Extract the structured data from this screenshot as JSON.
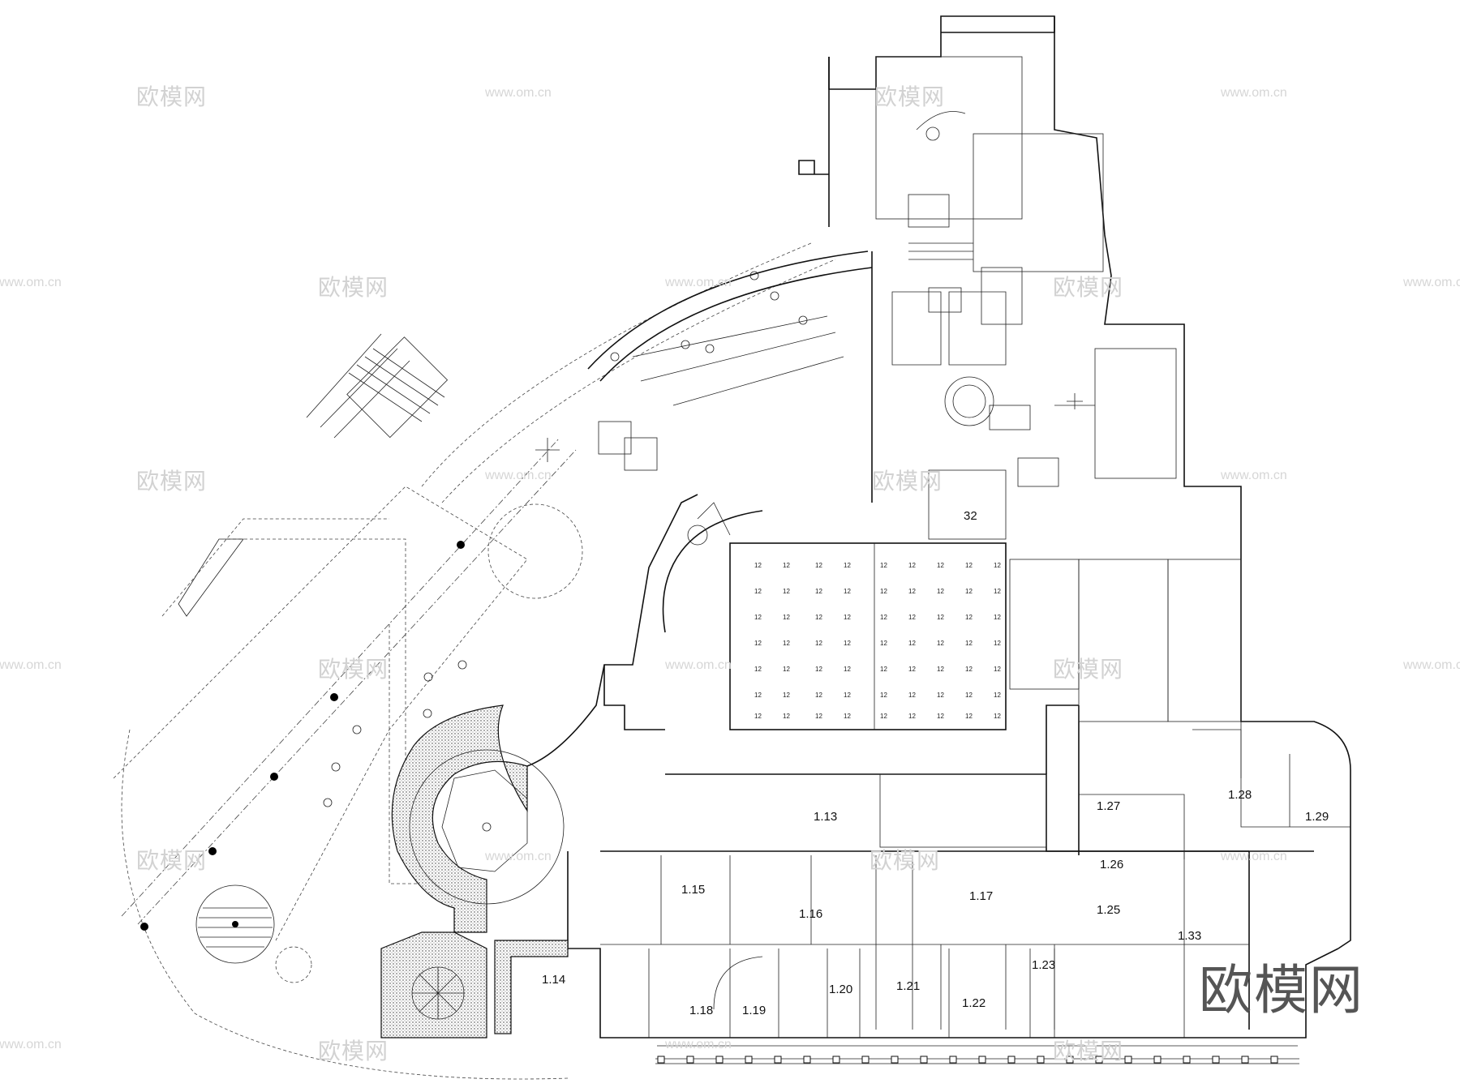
{
  "watermarks": {
    "brand_text": "欧模网",
    "url_text": "www.om.cn"
  },
  "brand_logo": "欧模网",
  "room_labels": [
    {
      "id": "1.13",
      "label": "1.13"
    },
    {
      "id": "1.14",
      "label": "1.14"
    },
    {
      "id": "1.15",
      "label": "1.15"
    },
    {
      "id": "1.16",
      "label": "1.16"
    },
    {
      "id": "1.17",
      "label": "1.17"
    },
    {
      "id": "1.18",
      "label": "1.18"
    },
    {
      "id": "1.19",
      "label": "1.19"
    },
    {
      "id": "1.20",
      "label": "1.20"
    },
    {
      "id": "1.21",
      "label": "1.21"
    },
    {
      "id": "1.22",
      "label": "1.22"
    },
    {
      "id": "1.23",
      "label": "1.23"
    },
    {
      "id": "1.25",
      "label": "1.25"
    },
    {
      "id": "1.26",
      "label": "1.26"
    },
    {
      "id": "1.27",
      "label": "1.27"
    },
    {
      "id": "1.28",
      "label": "1.28"
    },
    {
      "id": "1.29",
      "label": "1.29"
    },
    {
      "id": "1.33",
      "label": "1.33"
    },
    {
      "id": "32",
      "label": "32"
    }
  ],
  "grid_marker": "12"
}
